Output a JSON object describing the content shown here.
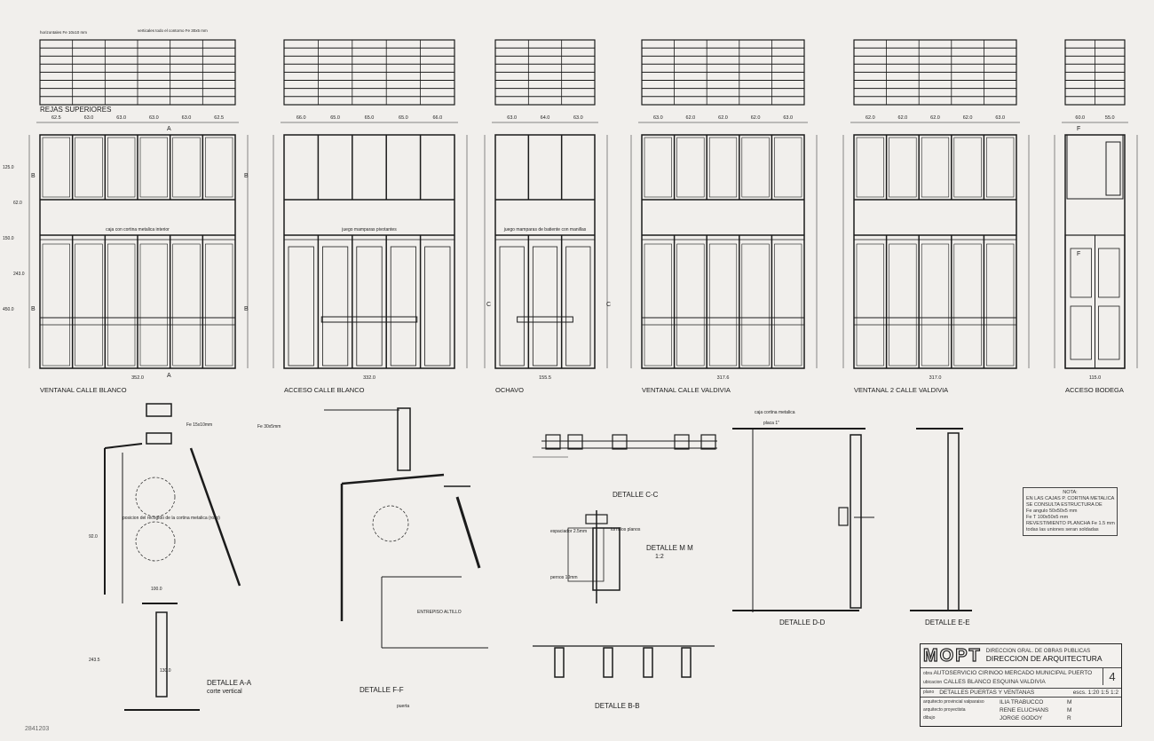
{
  "elevations": [
    {
      "title": "VENTANAL CALLE BLANCO",
      "total": "352.0",
      "cols": 6,
      "dims": [
        "62.5",
        "63.0",
        "63.0",
        "63.0",
        "63.0",
        "62.5"
      ],
      "note": "caja con cortina metalica interior",
      "grille_label": "REJAS SUPERIORES",
      "grille_notes": [
        "horizontales Fe 10x10 mm",
        "verticales todo el contorno Fe 30x5 mm"
      ]
    },
    {
      "title": "ACCESO CALLE BLANCO",
      "total": "332.0",
      "cols": 5,
      "dims": [
        "66.0",
        "65.0",
        "65.0",
        "65.0",
        "66.0"
      ],
      "note": "juego mamparas pivotantes"
    },
    {
      "title": "OCHAVO",
      "total": "155.5",
      "cols": 3,
      "dims": [
        "63.0",
        "64.0",
        "63.0"
      ],
      "note": "juego mamparas de batiente con manillas"
    },
    {
      "title": "VENTANAL CALLE VALDIVIA",
      "total": "317.6",
      "cols": 5,
      "dims": [
        "63.0",
        "62.0",
        "62.0",
        "62.0",
        "63.0"
      ]
    },
    {
      "title": "VENTANAL 2 CALLE VALDIVIA",
      "total": "317.0",
      "cols": 5,
      "dims": [
        "62.0",
        "62.0",
        "62.0",
        "62.0",
        "63.0"
      ]
    },
    {
      "title": "ACCESO BODEGA",
      "total": "115.0",
      "cols": 1,
      "dims": [
        "60.0",
        "55.0"
      ]
    }
  ],
  "heights": [
    "125.0",
    "62.0",
    "150.0",
    "243.0",
    "450.0"
  ],
  "details": [
    {
      "title": "DETALLE A-A",
      "subtitle": "corte vertical"
    },
    {
      "title": "DETALLE F-F"
    },
    {
      "title": "DETALLE C-C"
    },
    {
      "title": "DETALLE M M",
      "subtitle": "1:2"
    },
    {
      "title": "DETALLE B-B"
    },
    {
      "title": "DETALLE D-D"
    },
    {
      "title": "DETALLE E-E"
    }
  ],
  "detail_notes": [
    "Fe 15x10mm",
    "Fe 30x5mm",
    "posicion del recogido de la cortina metalica (rollo)",
    "caja cortina metalica",
    "ENTREPISO ALTILLO",
    "puerta",
    "placa 1\"",
    "pernos 10mm",
    "espaciador 2.5mm",
    "tornillos planos",
    "100.0",
    "130.0",
    "243.5",
    "92.0"
  ],
  "nota": {
    "title": "NOTA:",
    "lines": [
      "EN LAS CAJAS P. CORTINA METALICA",
      "SE CONSULTA ESTRUCTURA DE",
      "Fe angulo 50x50x5 mm",
      "Fe T 100x50x5 mm",
      "REVESTIMIENTO PLANCHA Fe 1.5 mm",
      "todas las uniones seran soldadas"
    ]
  },
  "title_block": {
    "logo": "MOPT",
    "org1": "DIRECCION GRAL. DE OBRAS PUBLICAS",
    "org2": "DIRECCION DE ARQUITECTURA",
    "obra_label": "obra",
    "obra": "AUTOSERVICIO CIRINOO MERCADO MUNICIPAL PUERTO",
    "ubicacion_label": "ubicacion",
    "ubicacion": "CALLES BLANCO ESQUINA VALDIVIA",
    "sheet": "4",
    "plano_label": "plano",
    "plano": "DETALLES PUERTAS Y VENTANAS",
    "escala": "escs. 1:20 1:5 1:2",
    "people": [
      {
        "role": "arquitecto provincial valparaiso",
        "name": "ILIA TRABUCCO",
        "init": "M"
      },
      {
        "role": "arquitecto proyectista",
        "name": "RENE ELUCHANS",
        "init": "M"
      },
      {
        "role": "dibujo",
        "name": "JORGE GODOY",
        "init": "R"
      }
    ]
  },
  "stamp": "2841203"
}
